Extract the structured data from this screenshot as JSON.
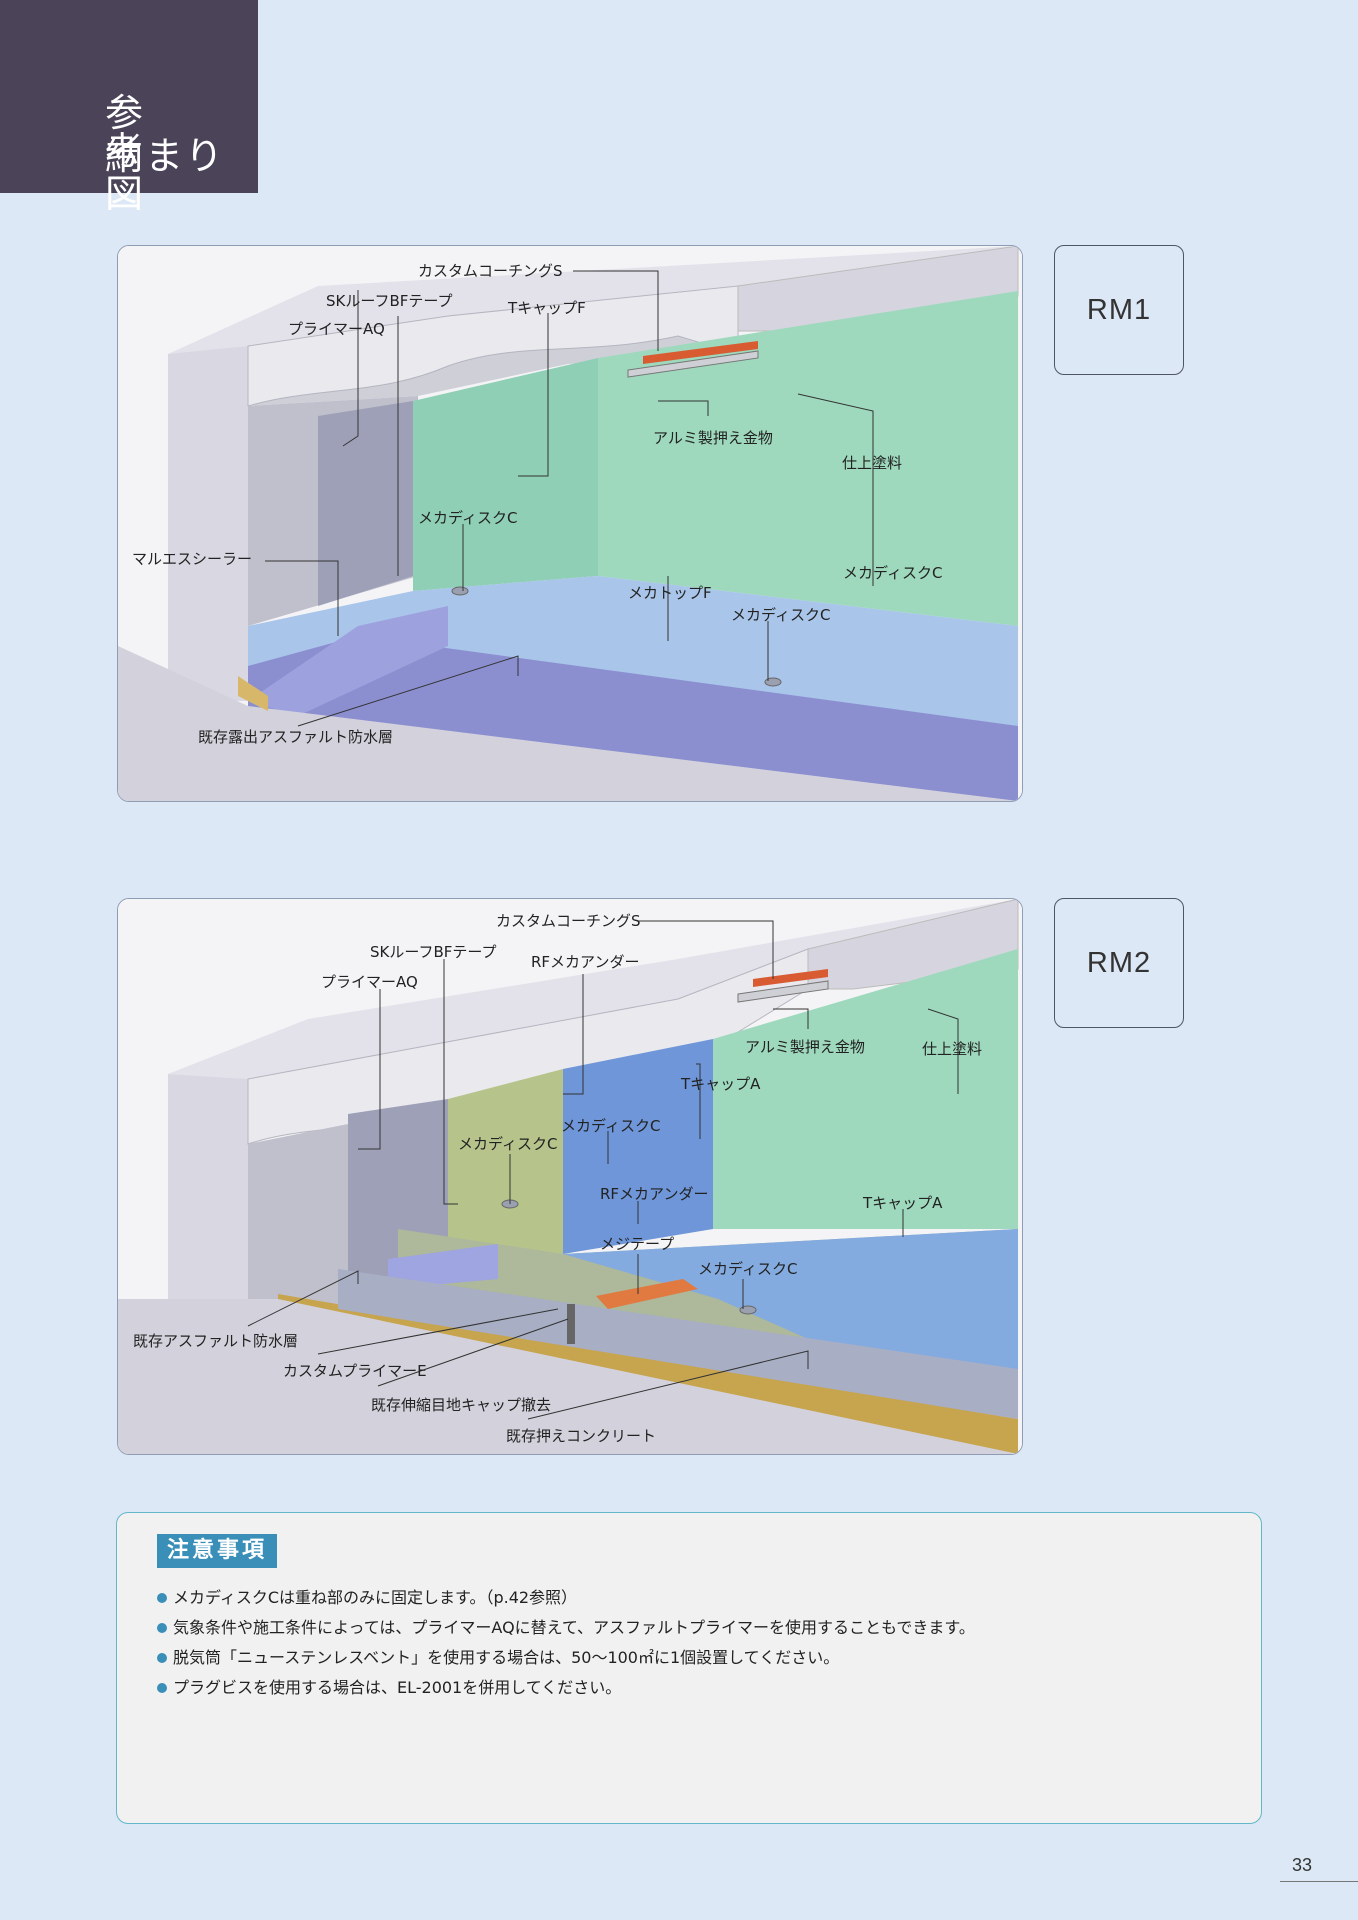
{
  "header": {
    "line1": "参考",
    "line2": "納まり図"
  },
  "panels": [
    {
      "id": "RM1",
      "badge": "RM1",
      "labels": {
        "custom_coating": "カスタムコーチングS",
        "sk_roof": "SKルーフBFテープ",
        "t_cap": "TキャップF",
        "primer": "プライマーAQ",
        "alumi": "アルミ製押え金物",
        "finish": "仕上塗料",
        "mechadisc_a": "メカディスクC",
        "marues": "マルエスシーラー",
        "mechadisc_b": "メカディスクC",
        "mechatop": "メカトップF",
        "mechadisc_c": "メカディスクC",
        "existing": "既存露出アスファルト防水層"
      }
    },
    {
      "id": "RM2",
      "badge": "RM2",
      "labels": {
        "custom_coating": "カスタムコーチングS",
        "sk_roof": "SKルーフBFテープ",
        "rf_under": "RFメカアンダー",
        "primer": "プライマーAQ",
        "alumi": "アルミ製押え金物",
        "finish": "仕上塗料",
        "t_cap_a": "TキャップA",
        "mechadisc_a": "メカディスクC",
        "mechadisc_b": "メカディスクC",
        "rf_under2": "RFメカアンダー",
        "t_cap_a2": "TキャップA",
        "joint_tape": "メジテープ",
        "mechadisc_c": "メカディスクC",
        "existing_asphalt": "既存アスファルト防水層",
        "custom_primer": "カスタムプライマーE",
        "expansion_joint": "既存伸縮目地キャップ撤去",
        "existing_concrete": "既存押えコンクリート"
      }
    }
  ],
  "notes": {
    "title": "注意事項",
    "items": [
      "メカディスクCは重ね部のみに固定します。（p.42参照）",
      "気象条件や施工条件によっては、プライマーAQに替えて、アスファルトプライマーを使用することもできます。",
      "脱気筒「ニューステンレスベント」を使用する場合は、50〜100㎡に1個設置してください。",
      "プラグビスを使用する場合は、EL-2001を併用してください。"
    ]
  },
  "page_number": "33",
  "colors": {
    "background": "#dce8f6",
    "header": "#4b4459",
    "accent": "#3a8fb8"
  }
}
